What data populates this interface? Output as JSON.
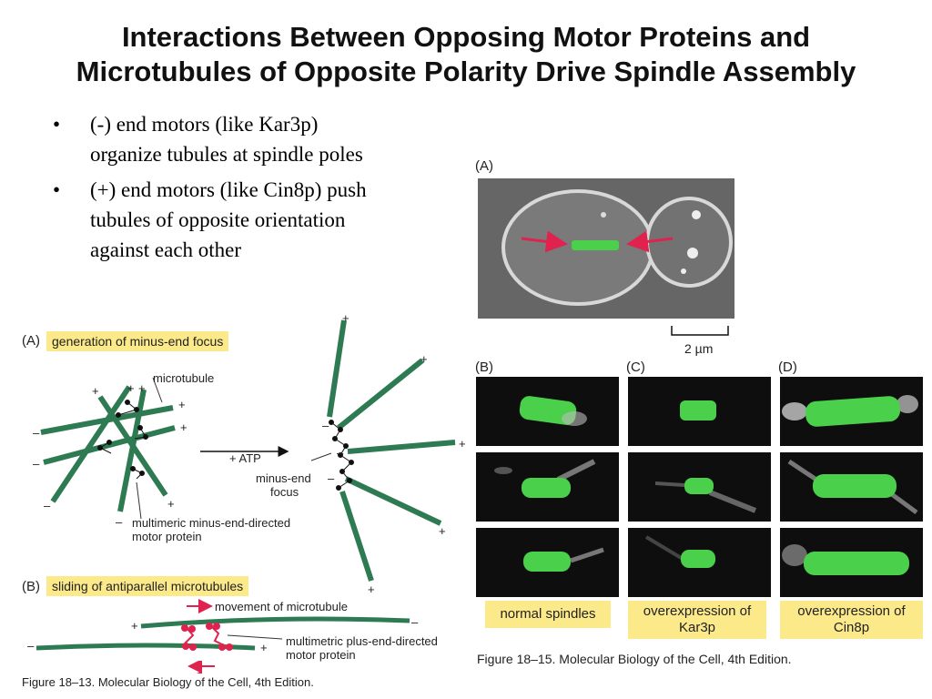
{
  "title": {
    "line1": "Interactions Between Opposing Motor Proteins and",
    "line2": "Microtubules of Opposite Polarity Drive Spindle Assembly"
  },
  "bullets": [
    {
      "line1": "(-) end motors (like Kar3p)",
      "line2": "organize tubules at spindle poles"
    },
    {
      "line1": "(+) end motors (like Cin8p) push",
      "line2": "tubules of opposite orientation",
      "line3": "against each other"
    }
  ],
  "bullet_symbol": "•",
  "fig13": {
    "panel_a_letter": "(A)",
    "panel_a_title": "generation of minus-end focus",
    "label_microtubule": "microtubule",
    "label_atp": "+ ATP",
    "label_minus_focus_1": "minus-end",
    "label_minus_focus_2": "focus",
    "label_motor_1": "multimeric minus-end-directed",
    "label_motor_2": "motor protein",
    "panel_b_letter": "(B)",
    "panel_b_title": "sliding of antiparallel microtubules",
    "label_movement": "movement of microtubule",
    "label_plus_motor_1": "multimetric plus-end-directed",
    "label_plus_motor_2": "motor protein",
    "plus": "+",
    "minus": "–",
    "caption": "Figure 18–13. Molecular Biology of the Cell, 4th Edition."
  },
  "fig15": {
    "panel_a_letter": "(A)",
    "scale_bar": "2 µm",
    "panel_b_letter": "(B)",
    "panel_c_letter": "(C)",
    "panel_d_letter": "(D)",
    "tag_b": "normal spindles",
    "tag_c_1": "overexpression of",
    "tag_c_2": "Kar3p",
    "tag_d_1": "overexpression of",
    "tag_d_2": "Cin8p",
    "caption": "Figure 18–15. Molecular Biology of the Cell, 4th Edition."
  },
  "colors": {
    "microtubule": "#2e7a52",
    "spindle_green": "#4bd04b",
    "arrow_red": "#e0234e",
    "highlight": "#fbe98a"
  }
}
